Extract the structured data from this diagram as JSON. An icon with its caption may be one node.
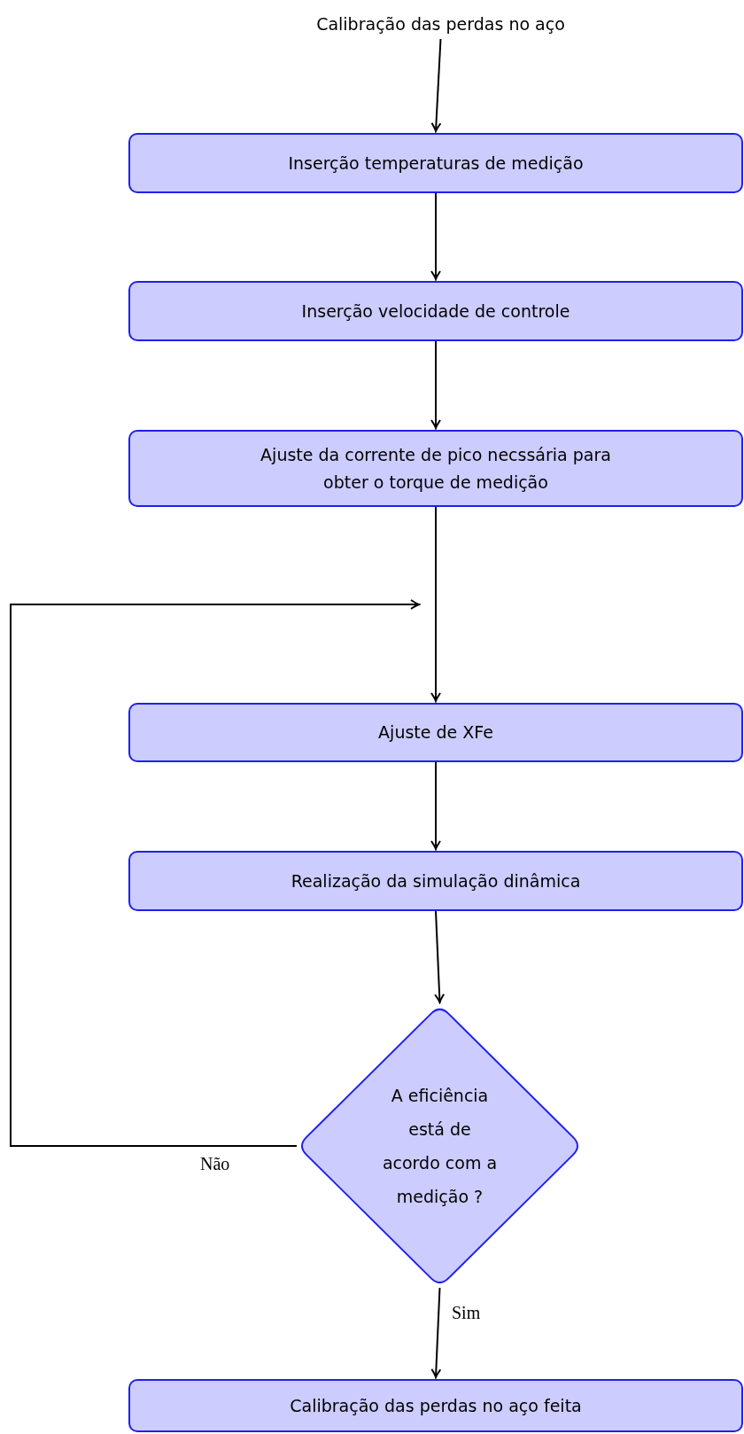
{
  "diagram": {
    "nodes": [
      {
        "text": [
          "Calibração das perdas no aço"
        ]
      },
      {
        "text": [
          "Inserção temperaturas de medição"
        ]
      },
      {
        "text": [
          "Inserção velocidade de controle"
        ]
      },
      {
        "text": [
          "Ajuste da corrente de pico necssária para obter o torque de medição"
        ]
      },
      {
        "text": [
          "Ajuste de XFe"
        ]
      },
      {
        "text": [
          "Realização da simulação dinâmica"
        ]
      },
      {
        "text": [
          "A eficiência está de acordo com a medição ?"
        ]
      },
      {
        "text": [
          "Calibração das perdas no aço feita"
        ]
      }
    ],
    "edges": [
      {
        "from": 0,
        "to": 1,
        "arrow": "to"
      },
      {
        "from": 1,
        "to": 2,
        "arrow": "to"
      },
      {
        "from": 2,
        "to": 3,
        "arrow": "to"
      },
      {
        "from": 3,
        "to": 4,
        "arrow": "to"
      },
      {
        "from": 4,
        "to": 5,
        "arrow": "to"
      },
      {
        "from": 5,
        "to": 6,
        "arrow": "to"
      },
      {
        "from": 6,
        "to": 4,
        "arrow": "to",
        "label": "Não"
      },
      {
        "from": 6,
        "to": 7,
        "arrow": "to",
        "label": "Sim"
      }
    ]
  }
}
